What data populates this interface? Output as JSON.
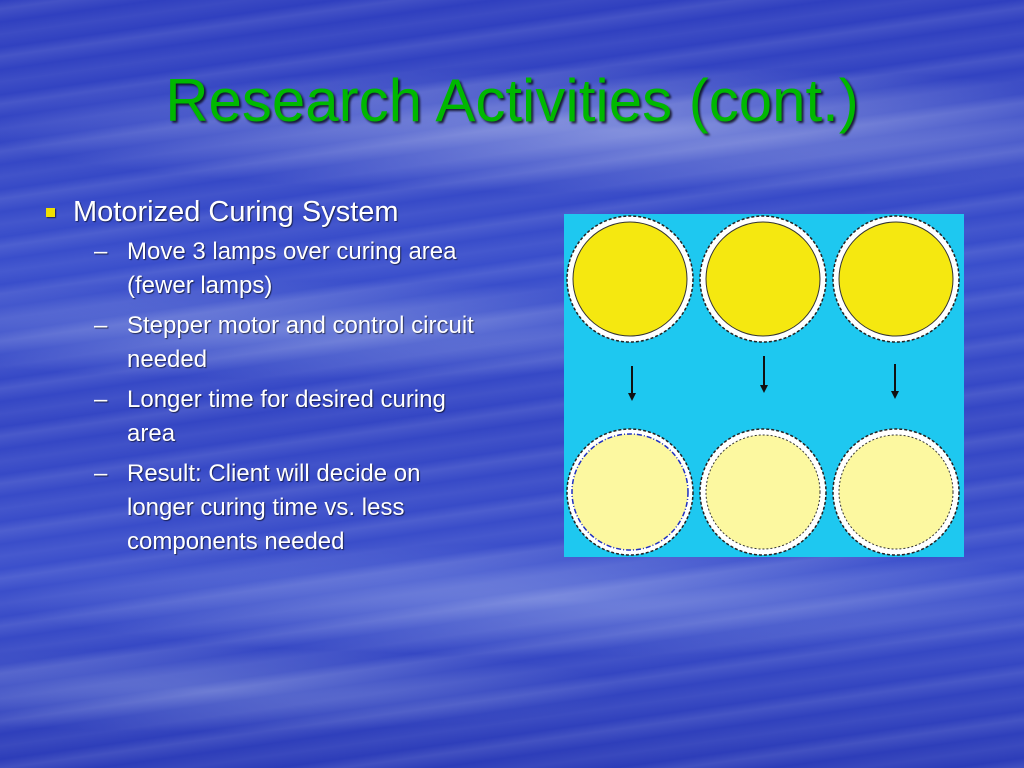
{
  "slide": {
    "title": "Research Activities (cont.)",
    "bullet": "Motorized Curing System",
    "sub_bullets": [
      {
        "dash": "–",
        "text": "Move 3 lamps over curing area (fewer lamps)"
      },
      {
        "dash": "–",
        "text": "Stepper motor and control circuit needed"
      },
      {
        "dash": "–",
        "text": "Longer time for desired curing area"
      },
      {
        "dash": "–",
        "text": "Result: Client will decide on longer curing time vs. less components needed"
      }
    ]
  },
  "colors": {
    "title": "#00b800",
    "bullet_square": "#f0e000",
    "figure_background": "#1ec8f0",
    "lamp_top": "#f5e810",
    "lamp_bottom": "#fcf8a0",
    "arrow": "#111111"
  }
}
